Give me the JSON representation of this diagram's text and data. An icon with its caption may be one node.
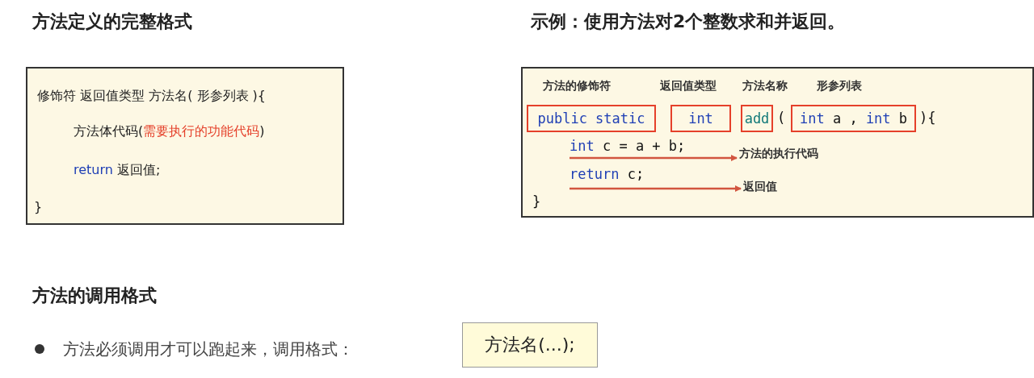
{
  "diagram": {
    "nodes": [
      {
        "text": [
          "修饰符 返回值类型 方法名( 形参列表 ){",
          "方法体代码(需要执行的功能代码)",
          "return 返回值;",
          "}"
        ]
      },
      {
        "text": [
          "(",
          "){",
          "}"
        ]
      },
      {
        "text": [
          "public static"
        ],
        "in": 1,
        "beside": [
          "方法的修饰符"
        ]
      },
      {
        "text": [
          "int"
        ],
        "in": 1,
        "beside": [
          "返回值类型"
        ]
      },
      {
        "text": [
          "add"
        ],
        "in": 1,
        "beside": [
          "方法名称"
        ]
      },
      {
        "text": [
          "int a , int b"
        ],
        "in": 1,
        "beside": [
          "形参列表"
        ]
      },
      {
        "text": [
          "int c = a + b;"
        ],
        "in": 1
      },
      {
        "text": [
          "方法的执行代码"
        ],
        "in": 1
      },
      {
        "text": [
          "return c;"
        ],
        "in": 1
      },
      {
        "text": [
          "返回值"
        ],
        "in": 1
      },
      {
        "text": [
          "方法名(...);"
        ]
      }
    ],
    "edges": [
      {
        "from": 6,
        "to": 7,
        "arrow": "to"
      },
      {
        "from": 8,
        "to": 9,
        "arrow": "to"
      }
    ],
    "labels": [
      "方法定义的完整格式",
      "示例：使用方法对2个整数求和并返回。",
      "方法的调用格式",
      "方法必须调用才可以跑起来，调用格式："
    ]
  }
}
